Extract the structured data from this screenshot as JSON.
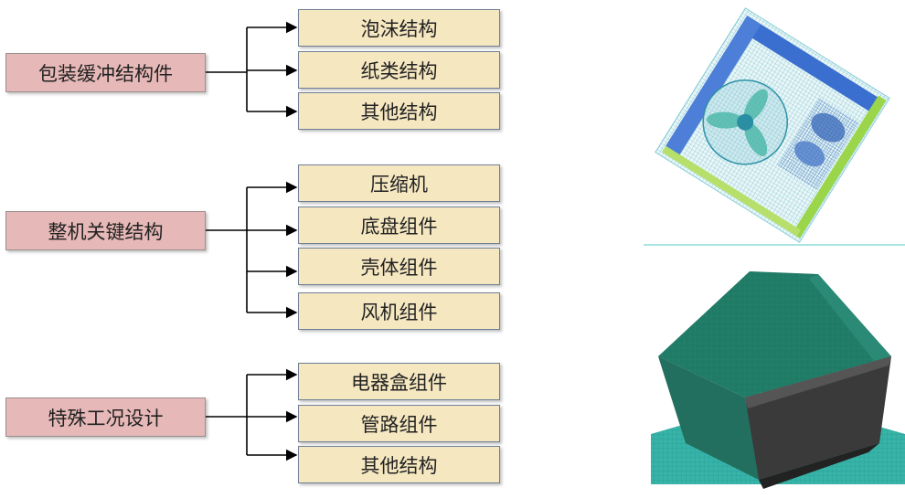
{
  "groups": [
    {
      "label": "包装缓冲结构件",
      "items": [
        "泡沫结构",
        "纸类结构",
        "其他结构"
      ]
    },
    {
      "label": "整机关键结构",
      "items": [
        "压缩机",
        "底盘组件",
        "壳体组件",
        "风机组件"
      ]
    },
    {
      "label": "特殊工况设计",
      "items": [
        "电器盒组件",
        "管路组件",
        "其他结构"
      ]
    }
  ],
  "colors": {
    "category_fill": "#e6b8b7",
    "item_fill": "#f5e7c0",
    "connector": "#000000",
    "mesh_blue": "#3a6fd0",
    "mesh_green": "#1f7a66",
    "ground_teal": "#37b3a8"
  },
  "images": {
    "top": {
      "name": "fe-mesh-top-view"
    },
    "bottom": {
      "name": "fe-drop-test-3d"
    }
  }
}
